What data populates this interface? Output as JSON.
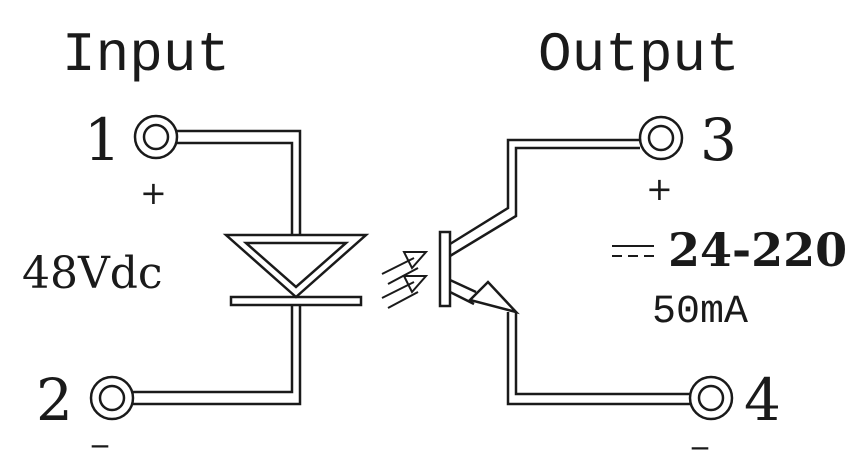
{
  "input": {
    "title": "Input",
    "voltage": "48Vdc",
    "terminal_pos": {
      "number": "1",
      "polarity": "+"
    },
    "terminal_neg": {
      "number": "2",
      "polarity": "_"
    }
  },
  "output": {
    "title": "Output",
    "voltage": "24-220",
    "dc_symbol": "═",
    "current": "50mA",
    "terminal_pos": {
      "number": "3",
      "polarity": "+"
    },
    "terminal_neg": {
      "number": "4",
      "polarity": "_"
    }
  },
  "colors": {
    "ink": "#1a1a1a",
    "background": "#ffffff"
  }
}
